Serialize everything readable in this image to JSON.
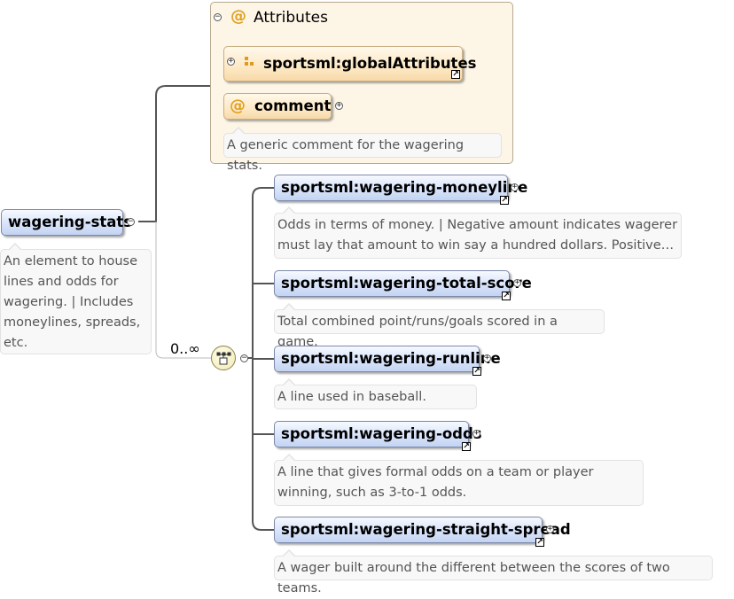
{
  "attributes_group": {
    "title": "Attributes",
    "global_ref": {
      "label": "sportsml:globalAttributes"
    },
    "comment_attr": {
      "label": "comment",
      "doc": "A generic comment for the wagering stats."
    }
  },
  "root": {
    "label": "wagering-stats",
    "doc": [
      "An element to house",
      "lines and odds for",
      "wagering. | Includes",
      "moneylines, spreads,",
      "etc."
    ]
  },
  "sequence": {
    "cardinality": "0..∞"
  },
  "children": [
    {
      "label": "sportsml:wagering-moneyline",
      "doc": [
        "Odds in terms of money. | Negative amount indicates wagerer",
        "must lay that amount to win say a hundred dollars. Positive…"
      ]
    },
    {
      "label": "sportsml:wagering-total-score",
      "doc": [
        "Total combined point/runs/goals scored in a game."
      ]
    },
    {
      "label": "sportsml:wagering-runline",
      "doc": [
        "A line used in baseball."
      ]
    },
    {
      "label": "sportsml:wagering-odds",
      "doc": [
        "A line that gives formal odds on a team or player",
        "winning, such as 3-to-1 odds."
      ]
    },
    {
      "label": "sportsml:wagering-straight-spread",
      "doc": [
        "A wager built around the different between the scores of two teams."
      ]
    }
  ],
  "icons": {
    "attribute": "at-sign-icon",
    "attribute_group": "attribute-group-icon",
    "reference": "reference-arrow-icon",
    "expand": "expand-plus-icon",
    "collapse": "collapse-minus-icon",
    "sequence": "sequence-compositor-icon"
  },
  "colors": {
    "element_fill": "#c3d3f2",
    "attribute_fill": "#fde9c6",
    "group_bg": "#fdf5e6",
    "doc_bg": "#f8f8f8",
    "connector": "#555555"
  }
}
